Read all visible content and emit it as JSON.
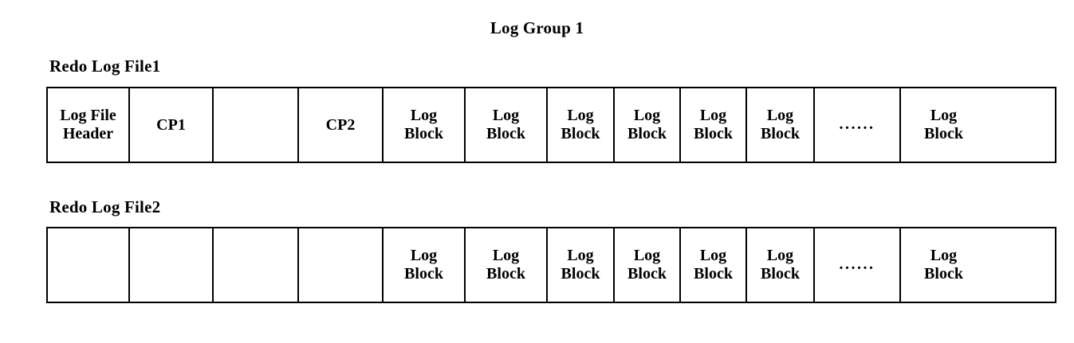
{
  "diagram": {
    "title": "Log Group 1",
    "rows": [
      {
        "label": "Redo Log File1",
        "cells": [
          {
            "line1": "Log File",
            "line2": "Header",
            "kind": "text",
            "width": 103
          },
          {
            "line1": "CP1",
            "line2": "",
            "kind": "text",
            "width": 105
          },
          {
            "line1": "",
            "line2": "",
            "kind": "empty",
            "width": 107
          },
          {
            "line1": "CP2",
            "line2": "",
            "kind": "text",
            "width": 106
          },
          {
            "line1": "Log",
            "line2": "Block",
            "kind": "text",
            "width": 103
          },
          {
            "line1": "Log",
            "line2": "Block",
            "kind": "text",
            "width": 103
          },
          {
            "line1": "Log",
            "line2": "Block",
            "kind": "text",
            "width": 84
          },
          {
            "line1": "Log",
            "line2": "Block",
            "kind": "text",
            "width": 83
          },
          {
            "line1": "Log",
            "line2": "Block",
            "kind": "text",
            "width": 83
          },
          {
            "line1": "Log",
            "line2": "Block",
            "kind": "text",
            "width": 85
          },
          {
            "line1": "......",
            "line2": "",
            "kind": "ellipsis",
            "width": 108
          },
          {
            "line1": "Log",
            "line2": "Block",
            "kind": "text",
            "width": 107
          }
        ]
      },
      {
        "label": "Redo Log File2",
        "cells": [
          {
            "line1": "",
            "line2": "",
            "kind": "empty",
            "width": 103
          },
          {
            "line1": "",
            "line2": "",
            "kind": "empty",
            "width": 105
          },
          {
            "line1": "",
            "line2": "",
            "kind": "empty",
            "width": 107
          },
          {
            "line1": "",
            "line2": "",
            "kind": "empty",
            "width": 106
          },
          {
            "line1": "Log",
            "line2": "Block",
            "kind": "text",
            "width": 103
          },
          {
            "line1": "Log",
            "line2": "Block",
            "kind": "text",
            "width": 103
          },
          {
            "line1": "Log",
            "line2": "Block",
            "kind": "text",
            "width": 84
          },
          {
            "line1": "Log",
            "line2": "Block",
            "kind": "text",
            "width": 83
          },
          {
            "line1": "Log",
            "line2": "Block",
            "kind": "text",
            "width": 83
          },
          {
            "line1": "Log",
            "line2": "Block",
            "kind": "text",
            "width": 85
          },
          {
            "line1": "......",
            "line2": "",
            "kind": "ellipsis",
            "width": 108
          },
          {
            "line1": "Log",
            "line2": "Block",
            "kind": "text",
            "width": 107
          }
        ]
      }
    ],
    "colors": {
      "ink": "#000000",
      "paper": "#ffffff"
    }
  }
}
